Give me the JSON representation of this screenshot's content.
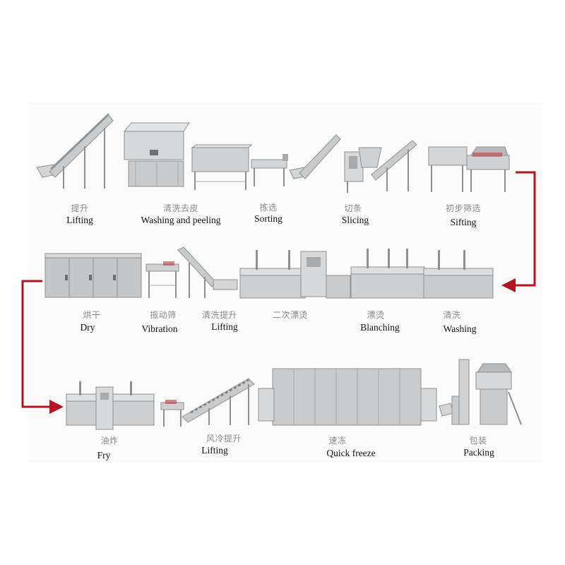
{
  "colors": {
    "arrow": "#b3141e",
    "steel": "#c9cbcc",
    "steel_dark": "#8e9193",
    "steel_light": "#e4e5e6"
  },
  "steps": [
    {
      "zh": "提升",
      "en": "Lifting"
    },
    {
      "zh": "清洗去皮",
      "en": "Washing and peeling"
    },
    {
      "zh": "拣选",
      "en": "Sorting"
    },
    {
      "zh": "切条",
      "en": "Slicing"
    },
    {
      "zh": "初步筛选",
      "en": "Sifting"
    },
    {
      "zh": "清洗",
      "en": "Washing"
    },
    {
      "zh": "漂烫",
      "en": "Blanching"
    },
    {
      "zh": "二次漂烫",
      "en": ""
    },
    {
      "zh": "清洗提升",
      "en": "Lifting"
    },
    {
      "zh": "振动筛",
      "en": "Vibration"
    },
    {
      "zh": "烘干",
      "en": "Dry"
    },
    {
      "zh": "油炸",
      "en": "Fry"
    },
    {
      "zh": "风冷提升",
      "en": "Lifting"
    },
    {
      "zh": "速冻",
      "en": "Quick freeze"
    },
    {
      "zh": "包装",
      "en": "Packing"
    }
  ]
}
